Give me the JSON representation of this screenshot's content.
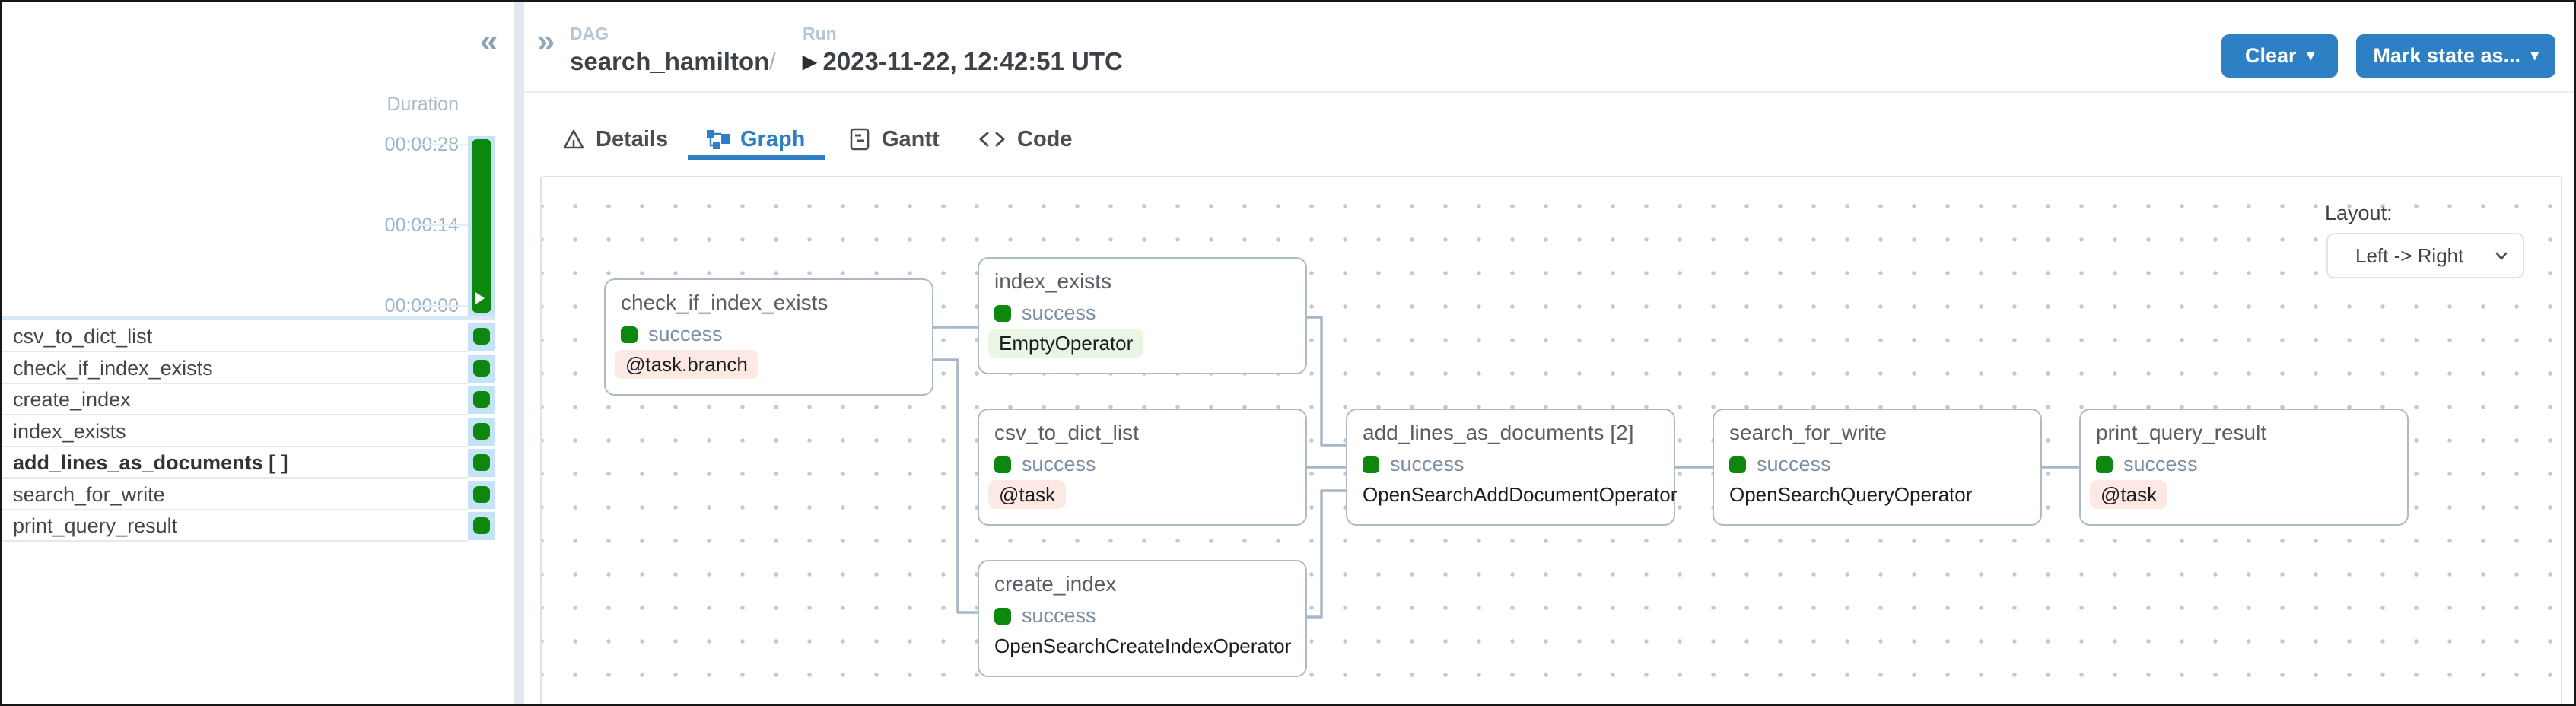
{
  "sidebar": {
    "collapse_icon": "«",
    "duration_label": "Duration",
    "ticks": [
      "00:00:28",
      "00:00:14",
      "00:00:00"
    ],
    "tasks": [
      {
        "name": "csv_to_dict_list",
        "status": "success"
      },
      {
        "name": "check_if_index_exists",
        "status": "success"
      },
      {
        "name": "create_index",
        "status": "success"
      },
      {
        "name": "index_exists",
        "status": "success"
      },
      {
        "name": "add_lines_as_documents [ ]",
        "status": "success"
      },
      {
        "name": "search_for_write",
        "status": "success"
      },
      {
        "name": "print_query_result",
        "status": "success"
      }
    ]
  },
  "header": {
    "expand_icon": "»",
    "breadcrumb": {
      "dag_label": "DAG",
      "dag_name": "search_hamilton",
      "separator": "/",
      "run_label": "Run",
      "run_marker": "▶",
      "run_value": "2023-11-22, 12:42:51 UTC"
    },
    "buttons": [
      {
        "label": "Clear",
        "caret": "▾"
      },
      {
        "label": "Mark state as...",
        "caret": "▾"
      }
    ]
  },
  "tabs": [
    {
      "label": "Details",
      "icon": "warning-triangle-icon",
      "active": false
    },
    {
      "label": "Graph",
      "icon": "graph-icon",
      "active": true
    },
    {
      "label": "Gantt",
      "icon": "gantt-icon",
      "active": false
    },
    {
      "label": "Code",
      "icon": "code-icon",
      "active": false
    }
  ],
  "graph": {
    "layout_label": "Layout:",
    "layout_value": "Left -> Right",
    "nodes": [
      {
        "title": "check_if_index_exists",
        "status": "success",
        "operator": "@task.branch",
        "operator_style": "pink"
      },
      {
        "title": "index_exists",
        "status": "success",
        "operator": "EmptyOperator",
        "operator_style": "green"
      },
      {
        "title": "csv_to_dict_list",
        "status": "success",
        "operator": "@task",
        "operator_style": "pink"
      },
      {
        "title": "create_index",
        "status": "success",
        "operator": "OpenSearchCreateIndexOperator",
        "operator_style": "plain"
      },
      {
        "title": "add_lines_as_documents [2]",
        "status": "success",
        "operator": "OpenSearchAddDocumentOperator",
        "operator_style": "plain"
      },
      {
        "title": "search_for_write",
        "status": "success",
        "operator": "OpenSearchQueryOperator",
        "operator_style": "plain"
      },
      {
        "title": "print_query_result",
        "status": "success",
        "operator": "@task",
        "operator_style": "pink"
      }
    ]
  },
  "colors": {
    "accent_blue": "#2d80c4",
    "success_green": "#0d870d",
    "cell_blue": "#c5e3f6",
    "pill_pink": "#fce9e3",
    "pill_green": "#e9f6e3",
    "node_border": "#adbac8",
    "edge_gray": "#a9b6c6"
  }
}
